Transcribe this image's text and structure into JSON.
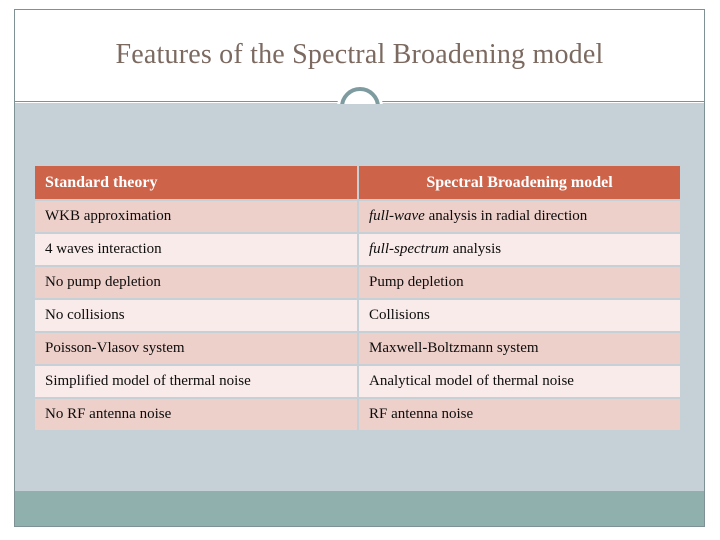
{
  "slide": {
    "title": "Features of the Spectral Broadening model",
    "decor": {
      "circle": "ring-decoration",
      "rule": "title-divider-line"
    },
    "colors": {
      "title_text": "#7c6a61",
      "header_row": "#cd6349",
      "row_dark": "#eed0ca",
      "row_light": "#f9ebe9",
      "body_background": "#c5d1d6",
      "bottom_bar": "#8fb0ad",
      "accent_ring": "#7e9ca0"
    }
  },
  "table": {
    "headers": [
      "Standard theory",
      "Spectral Broadening model"
    ],
    "rows": [
      {
        "standard": "WKB approximation",
        "spectral_italic": "full-wave",
        "spectral_rest": " analysis in radial direction"
      },
      {
        "standard": "4 waves interaction",
        "spectral_italic": "full-spectrum",
        "spectral_rest": " analysis"
      },
      {
        "standard": "No pump depletion",
        "spectral_italic": "",
        "spectral_rest": "Pump depletion"
      },
      {
        "standard": "No collisions",
        "spectral_italic": "",
        "spectral_rest": "Collisions"
      },
      {
        "standard": "Poisson-Vlasov system",
        "spectral_italic": "",
        "spectral_rest": "Maxwell-Boltzmann system"
      },
      {
        "standard": "Simplified model of thermal noise",
        "spectral_italic": "",
        "spectral_rest": "Analytical model of thermal noise"
      },
      {
        "standard": "No RF antenna noise",
        "spectral_italic": "",
        "spectral_rest": "RF antenna noise"
      }
    ]
  }
}
